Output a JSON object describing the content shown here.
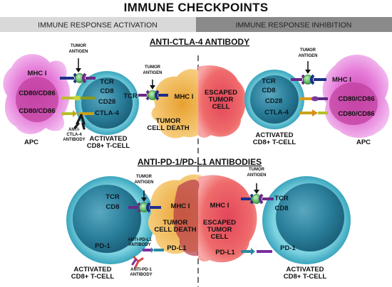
{
  "title": "IMMUNE CHECKPOINTS",
  "header": {
    "activation": "IMMUNE RESPONSE ACTIVATION",
    "inhibition": "IMMUNE RESPONSE INHIBITION"
  },
  "sections": {
    "ctla4": "ANTI-CTLA-4 ANTIBODY",
    "pd1": "ANTI-PD-1/PD-L1 ANTIBODIES"
  },
  "labels": {
    "tumor_antigen": "TUMOR\nANTIGEN",
    "mhc1": "MHC I",
    "cd80_86": "CD80/CD86",
    "tcr": "TCR",
    "cd8": "CD8",
    "cd28": "CD28",
    "ctla4": "CTLA-4",
    "anti_ctla4": "ANTI-\nCTLA-4\nANTIBODY",
    "apc": "APC",
    "activated_tcell": "ACTIVATED\nCD8+ T-CELL",
    "tumor_cell_death": "TUMOR\nCELL DEATH",
    "escaped_tumor_cell": "ESCAPED\nTUMOR\nCELL",
    "pd1": "PD-1",
    "pdl1": "PD-L1",
    "anti_pdl1": "ANTI-PD-L1\nANTIBODY",
    "anti_pd1": "ANTI-PD-1\nANTIBODY"
  },
  "colors": {
    "tcell": "#2a8fa8",
    "apc": "#e77fd8",
    "tumor_dead": "#f0a830",
    "tumor_escaped": "#e2455a",
    "antigen": "#3cb84a",
    "mhc": "#1c2f8a",
    "tcr": "#6a2a88",
    "costim": "#b6c12a",
    "ctla4": "#c8a21a",
    "antibody_ctla4": "#1a1a1a",
    "pd1": "#7a2fa0",
    "pdl1": "#2b8aa0",
    "anti_pdl1": "#2b8a9a",
    "anti_pd1": "#d04a4a"
  }
}
